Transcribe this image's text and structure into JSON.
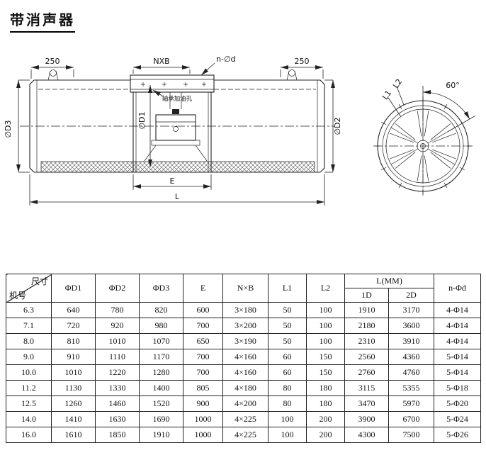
{
  "title": "带消声器",
  "drawing": {
    "side_view": {
      "dim_250_left": "250",
      "dim_nxb": "NXB",
      "dim_n_phi_d": "n-∅d",
      "dim_250_right": "250",
      "dim_d3": "∅D3",
      "dim_d1": "∅D1",
      "dim_d2": "∅D2",
      "dim_e": "E",
      "dim_l": "L",
      "bearing_hole_label": "轴承加油孔"
    },
    "end_view": {
      "dim_angle": "60°",
      "dim_l1": "L1",
      "dim_l2": "L2"
    }
  },
  "table": {
    "header": {
      "corner_top": "尺寸",
      "corner_bottom": "机号",
      "col_d1": "ΦD1",
      "col_d2": "ΦD2",
      "col_d3": "ΦD3",
      "col_e": "E",
      "col_nxb": "N×B",
      "col_l1": "L1",
      "col_l2": "L2",
      "col_lmm": "L(MM)",
      "col_1d": "1D",
      "col_2d": "2D",
      "col_nd": "n-Φd"
    },
    "rows": [
      [
        "6.3",
        "640",
        "780",
        "820",
        "600",
        "3×180",
        "50",
        "100",
        "1910",
        "3170",
        "4-Φ14"
      ],
      [
        "7.1",
        "720",
        "920",
        "980",
        "700",
        "3×200",
        "50",
        "100",
        "2180",
        "3600",
        "4-Φ14"
      ],
      [
        "8.0",
        "810",
        "1010",
        "1070",
        "650",
        "3×190",
        "50",
        "100",
        "2310",
        "3910",
        "4-Φ14"
      ],
      [
        "9.0",
        "910",
        "1110",
        "1170",
        "700",
        "4×160",
        "60",
        "150",
        "2560",
        "4360",
        "5-Φ14"
      ],
      [
        "10.0",
        "1010",
        "1220",
        "1280",
        "700",
        "4×160",
        "60",
        "150",
        "2760",
        "4760",
        "5-Φ14"
      ],
      [
        "11.2",
        "1130",
        "1330",
        "1400",
        "805",
        "4×180",
        "80",
        "180",
        "3115",
        "5355",
        "5-Φ18"
      ],
      [
        "12.5",
        "1260",
        "1460",
        "1520",
        "900",
        "4×200",
        "80",
        "180",
        "3470",
        "5970",
        "5-Φ20"
      ],
      [
        "14.0",
        "1410",
        "1630",
        "1690",
        "1000",
        "4×225",
        "100",
        "200",
        "3900",
        "6700",
        "5-Φ24"
      ],
      [
        "16.0",
        "1610",
        "1850",
        "1910",
        "1000",
        "4×225",
        "100",
        "200",
        "4300",
        "7500",
        "5-Φ26"
      ]
    ]
  }
}
